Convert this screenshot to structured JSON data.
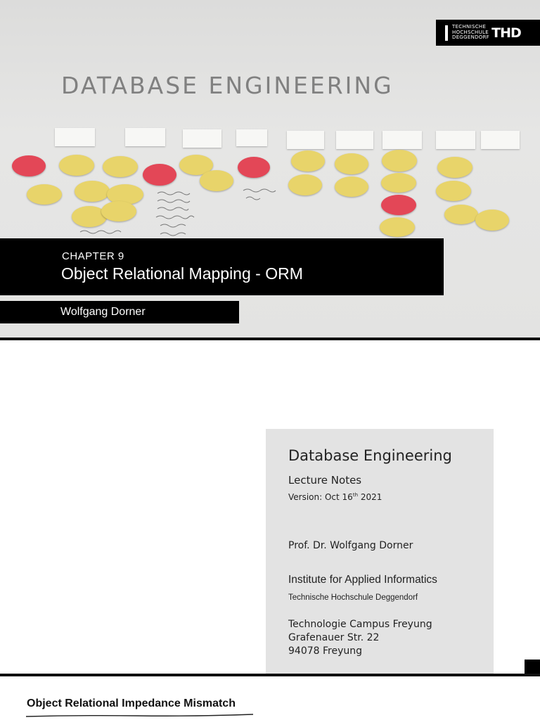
{
  "logo": {
    "line1": "TECHNISCHE",
    "line2": "HOCHSCHULE",
    "line3": "DEGGENDORF",
    "mark": "THD"
  },
  "slide1": {
    "course_title": "DATABASE ENGINEERING",
    "chapter_label": "CHAPTER 9",
    "chapter_title": "Object Relational Mapping - ORM",
    "author": "Wolfgang Dorner"
  },
  "info": {
    "title": "Database Engineering",
    "subtitle": "Lecture Notes",
    "version_prefix": "Version: Oct 16",
    "version_suffix": "th",
    "version_year": " 2021",
    "professor": "Prof. Dr. Wolfgang Dorner",
    "institute": "Institute for Applied Informatics",
    "university": "Technische Hochschule Deggendorf",
    "address_line1": "Technologie Campus Freyung",
    "address_line2": "Grafenauer Str. 22",
    "address_line3": "94078 Freyung"
  },
  "slide3": {
    "title": "Object Relational Impedance Mismatch"
  },
  "colors": {
    "sticky_yellow": "#e8d46a",
    "sticky_red": "#e34757",
    "panel_gray": "#e3e3e3",
    "title_gray": "#808080"
  }
}
